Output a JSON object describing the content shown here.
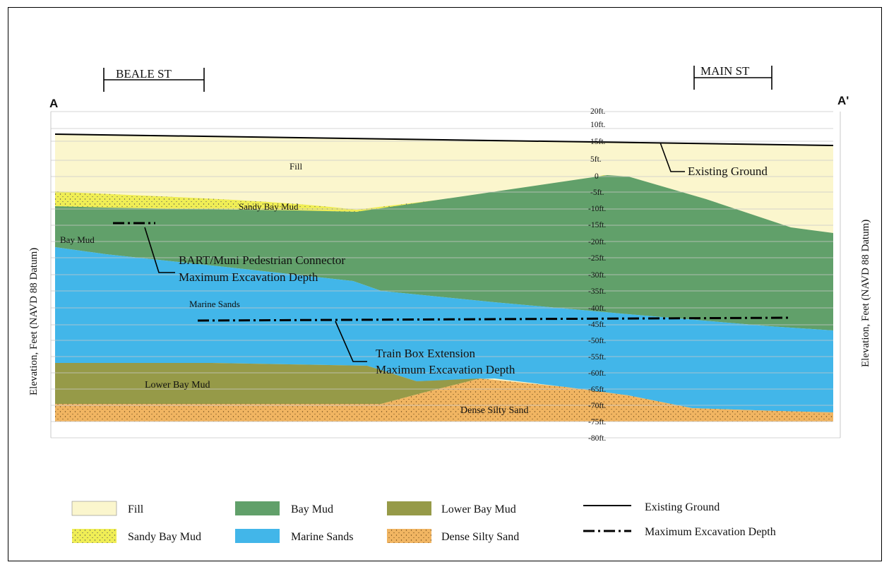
{
  "street_labels": {
    "beale": "BEALE ST",
    "main": "MAIN ST"
  },
  "section_ends": {
    "left": "A",
    "right": "A'"
  },
  "axis": {
    "left_label": "Elevation, Feet (NAVD 88 Datum)",
    "right_label": "Elevation, Feet (NAVD 88 Datum)",
    "ticks": [
      "20ft.",
      "10ft.",
      "15ft.",
      "5ft.",
      "0",
      "-5ft.",
      "-10ft.",
      "-15ft.",
      "-20ft.",
      "-25ft.",
      "-30ft.",
      "-35ft.",
      "-40ft.",
      "-45ft.",
      "-50ft.",
      "-55ft.",
      "-60ft.",
      "-65ft.",
      "-70ft.",
      "-75ft.",
      "-80ft."
    ]
  },
  "layer_labels": {
    "fill": "Fill",
    "sandy_bay_mud": "Sandy Bay Mud",
    "bay_mud": "Bay Mud",
    "marine_sands": "Marine Sands",
    "lower_bay_mud": "Lower Bay Mud",
    "dense_silty_sand": "Dense Silty Sand"
  },
  "annotations": {
    "existing_ground": "Existing Ground",
    "connector_line1": "BART/Muni Pedestrian Connector",
    "connector_line2": "Maximum Excavation Depth",
    "trainbox_line1": "Train Box Extension",
    "trainbox_line2": "Maximum Excavation Depth"
  },
  "legend": {
    "fill": "Fill",
    "bay_mud": "Bay Mud",
    "lower_bay_mud": "Lower Bay Mud",
    "existing_ground": "Existing Ground",
    "sandy_bay_mud": "Sandy Bay Mud",
    "marine_sands": "Marine Sands",
    "dense_silty_sand": "Dense Silty Sand",
    "max_excavation": "Maximum Excavation Depth"
  },
  "colors": {
    "fill": "#fbf6cd",
    "sandy_bay_mud": "#f0ee55",
    "bay_mud": "#61a06a",
    "marine_sands": "#42b6e9",
    "lower_bay_mud": "#969a48",
    "dense_silty_sand": "#f1b562"
  }
}
